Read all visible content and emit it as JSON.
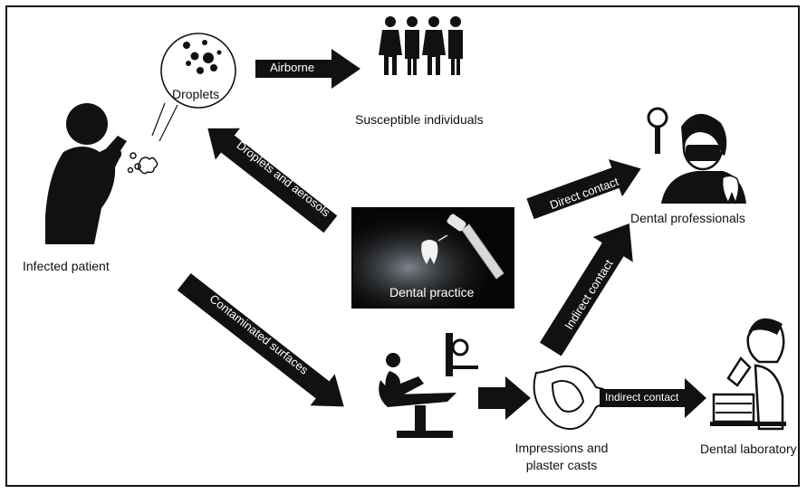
{
  "nodes": {
    "infected_patient": "Infected patient",
    "droplets": "Droplets",
    "susceptible_individuals": "Susceptible individuals",
    "dental_professionals": "Dental professionals",
    "dental_practice": "Dental practice",
    "impressions": [
      "Impressions and",
      "plaster casts"
    ],
    "dental_laboratory": "Dental laboratory"
  },
  "arrows": {
    "airborne": "Airborne",
    "droplets_aerosols": "Droplets and aerosols",
    "direct_contact": "Direct contact",
    "indirect_contact_up": "Indirect contact",
    "contaminated_surfaces": "Contaminated surfaces",
    "indirect_contact_lab": "Indirect contact"
  },
  "icons": [
    "coughing-person-icon",
    "droplets-bubble-icon",
    "people-group-icon",
    "dentist-icon",
    "dental-drill-tooth-icon",
    "dental-chair-icon",
    "impression-tray-icon",
    "lab-technician-icon"
  ],
  "colors": {
    "ink": "#111111",
    "background": "#ffffff",
    "practice_panel": "#050505"
  }
}
